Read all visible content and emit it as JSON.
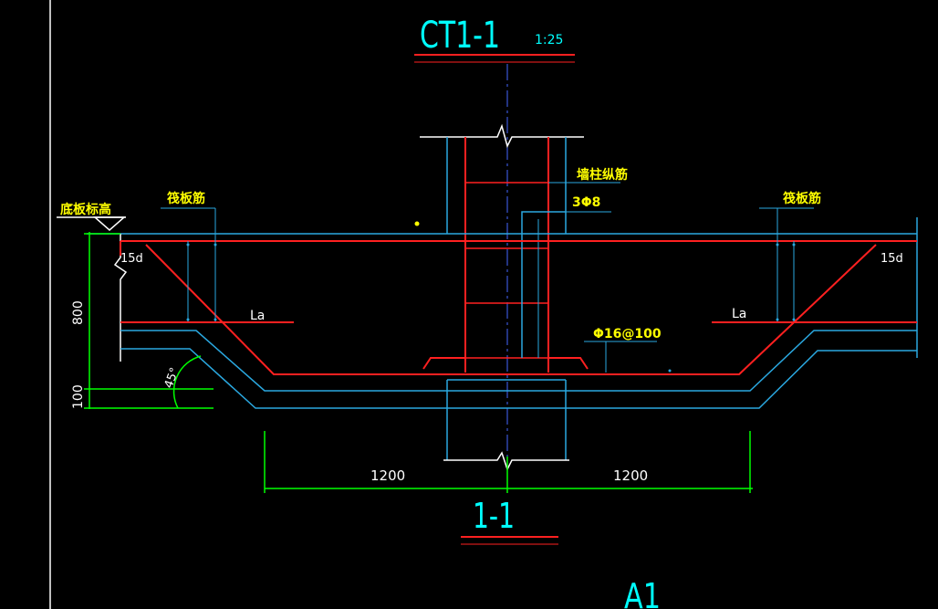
{
  "drawing": {
    "title": "CT1-1",
    "scale": "1:25",
    "section_label": "1-1",
    "grid_label": "A1",
    "labels": {
      "bottom_elevation": "底板标高",
      "raft_rebar_left": "筏板筋",
      "raft_rebar_right": "筏板筋",
      "wall_column_rebar": "墙柱纵筋",
      "stirrup": "3Φ8",
      "anchor_left": "La",
      "anchor_right": "La",
      "bend_left": "15d",
      "bend_right": "15d",
      "bottom_bar": "Φ16@100",
      "angle": "45°"
    },
    "dimensions": {
      "height_upper": "800",
      "height_lower": "100",
      "width_left": "1200",
      "width_right": "1200"
    },
    "colors": {
      "background": "#000000",
      "rebar": "#ff2020",
      "concrete": "#2aa8e0",
      "dimension": "#00ff00",
      "text_label": "#ffff00",
      "title": "#00ffff",
      "axis": "#4466ff"
    }
  }
}
